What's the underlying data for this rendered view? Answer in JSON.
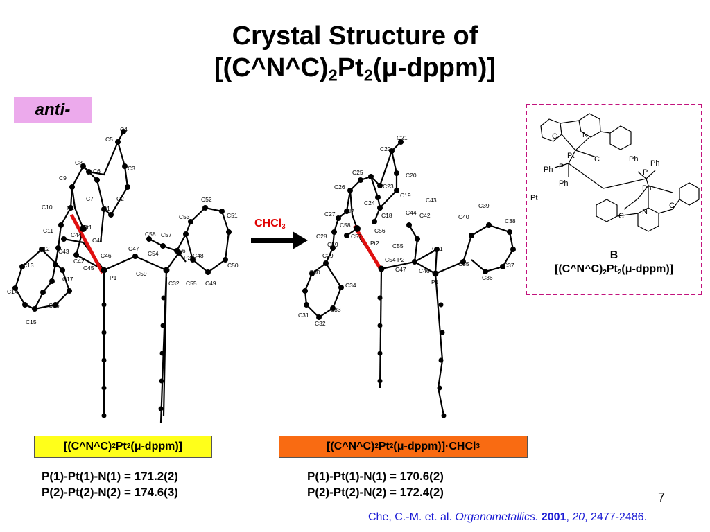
{
  "title": {
    "line1": "Crystal Structure of",
    "line2_pre": "[(C^N^C)",
    "line2_sub1": "2",
    "line2_mid": "Pt",
    "line2_sub2": "2",
    "line2_post": "(μ-dppm)]"
  },
  "conformer_label": "anti-",
  "arrow_label": {
    "text": "CHCl",
    "sub": "3"
  },
  "structure_left": {
    "atoms": [
      "C4",
      "C5",
      "C3",
      "C8",
      "C6",
      "C9",
      "C7",
      "C2",
      "N1",
      "C1",
      "C10",
      "Pt1",
      "C11",
      "C44",
      "C41",
      "C43",
      "C12",
      "C42",
      "C45",
      "C46",
      "C47",
      "C58",
      "C57",
      "C54",
      "C56",
      "C52",
      "C53",
      "C51",
      "C48",
      "C50",
      "C13",
      "C17",
      "P1",
      "C59",
      "P2",
      "C32",
      "C55",
      "C49",
      "C14",
      "C16",
      "C15"
    ]
  },
  "structure_right": {
    "atoms": [
      "C21",
      "C22",
      "C20",
      "C25",
      "C23",
      "C19",
      "C26",
      "N2",
      "C24",
      "C18",
      "C43",
      "C39",
      "C27",
      "C58",
      "C56",
      "C44",
      "C42",
      "C40",
      "C38",
      "C28",
      "C57",
      "Pt2",
      "C55",
      "C41",
      "C59",
      "C54",
      "P2",
      "C47",
      "C46",
      "C35",
      "C37",
      "C29",
      "C30",
      "P1",
      "C36",
      "C34",
      "C33",
      "C31",
      "C32"
    ]
  },
  "scheme_B": {
    "atom_labels": [
      "N",
      "C",
      "Pt",
      "C",
      "Ph",
      "Ph",
      "Ph",
      "P",
      "P",
      "Ph",
      "Ph",
      "Pt",
      "C",
      "N",
      "C"
    ],
    "letter": "B",
    "formula_pre": "[(C^N^C)",
    "formula_sub1": "2",
    "formula_mid": "Pt",
    "formula_sub2": "2",
    "formula_post": "(μ-dppm)]"
  },
  "label_left": {
    "pre": "[(C^N^C)",
    "sub1": "2",
    "mid": "Pt",
    "sub2": "2",
    "post": "(μ-dppm)]"
  },
  "label_right": {
    "pre": "[(C^N^C)",
    "sub1": "2",
    "mid": "Pt",
    "sub2": "2",
    "post": "(μ-dppm)]·CHCl",
    "sub3": "3"
  },
  "angles_left": [
    "P(1)-Pt(1)-N(1) = 171.2(2)",
    "P(2)-Pt(2)-N(2) = 174.6(3)"
  ],
  "angles_right": [
    "P(1)-Pt(1)-N(1) = 170.6(2)",
    "P(2)-Pt(2)-N(2) = 172.4(2)"
  ],
  "page_number": "7",
  "citation": {
    "authors": "Che, C.-M. et. al. ",
    "journal": "Organometallics.",
    "year": "2001",
    "volume": "20",
    "pages": ", 2477-2486."
  },
  "colors": {
    "anti_box": "#ecaaec",
    "arrow_label": "#e00000",
    "pt_bond_highlight": "#e01010",
    "label_left_bg": "#ffff1a",
    "label_right_bg": "#f96b12",
    "dashed_box": "#c2127d",
    "citation": "#1a1ad4"
  }
}
